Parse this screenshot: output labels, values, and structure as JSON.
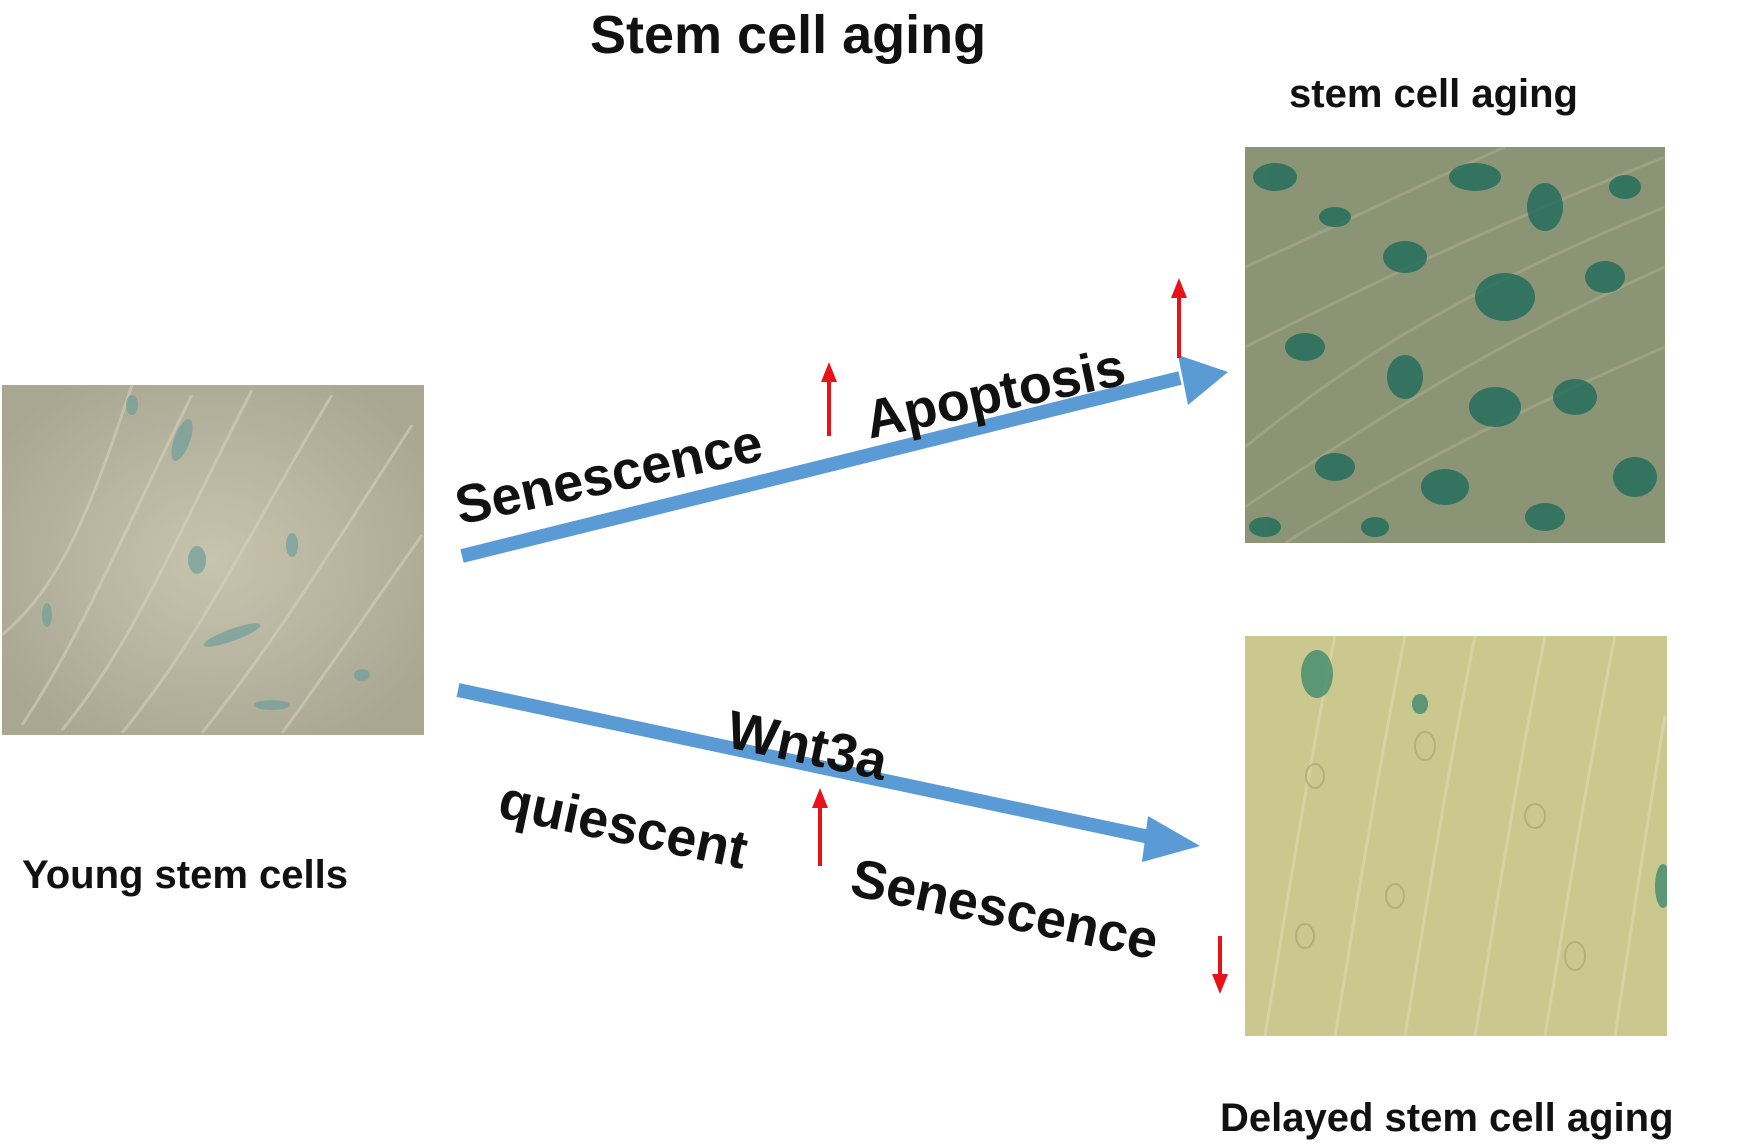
{
  "title": "Stem cell aging",
  "left_panel": {
    "caption": "Young stem cells"
  },
  "top_right_panel": {
    "caption": "stem cell aging"
  },
  "bottom_right_panel": {
    "caption": "Delayed stem cell aging"
  },
  "upper_path": {
    "label_1": "Senescence",
    "label_2": "Apoptosis",
    "label_1_trend": "up",
    "label_2_trend": "up"
  },
  "lower_path": {
    "treatment": "Wnt3a",
    "label_1": "quiescent",
    "label_2": "Senescence",
    "label_1_trend": "up",
    "label_2_trend": "down"
  },
  "colors": {
    "arrow": "#5b9bd5",
    "trend_arrow": "#e8121a",
    "text": "#111111",
    "young_cells_bg": "#b9b6a0",
    "aged_cells_bg": "#7f8a6a",
    "aged_cells_stain": "#1f6b5c",
    "delayed_cells_bg": "#c9c68c"
  },
  "icons": {
    "trend_up": "red-up-arrow-icon",
    "trend_down": "red-down-arrow-icon",
    "pathway": "blue-right-arrow-icon"
  }
}
